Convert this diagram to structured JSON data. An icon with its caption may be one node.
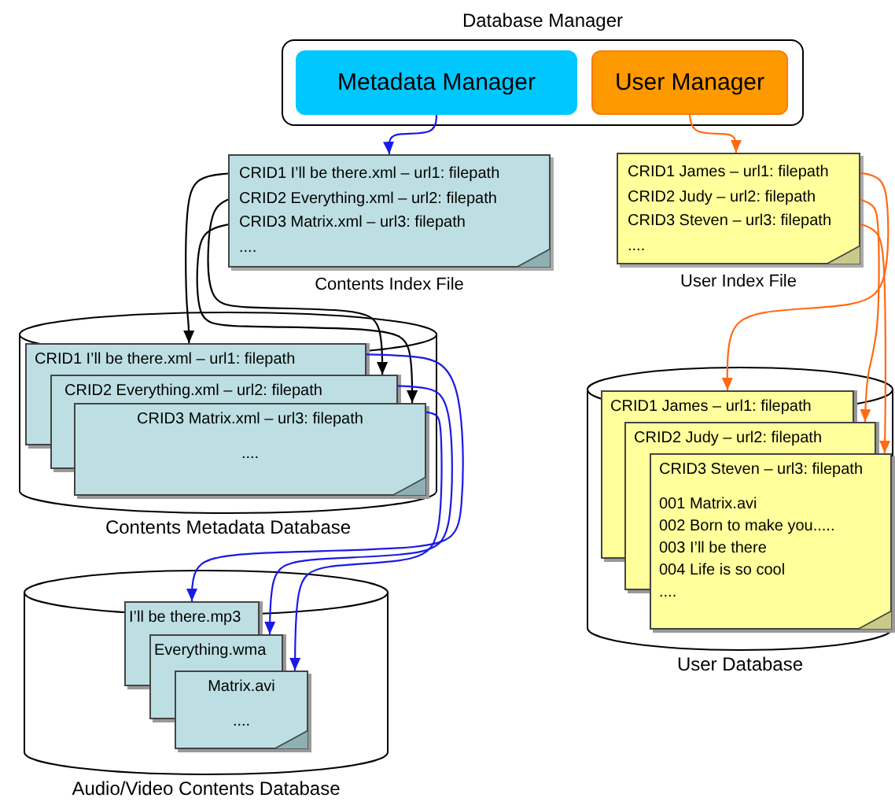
{
  "diagram": {
    "nodes": [
      {
        "text": [
          "Database Manager"
        ]
      },
      {
        "text": [
          "Metadata Manager"
        ],
        "in": 0
      },
      {
        "text": [
          "User Manager"
        ],
        "in": 0
      },
      {
        "text": [
          "CRID1 I’ll be there.xml – url1: filepath",
          "CRID2 Everything.xml – url2: filepath",
          "CRID3 Matrix.xml – url3: filepath",
          "...."
        ],
        "beside": [
          "Contents Index File"
        ]
      },
      {
        "text": [
          "CRID1 James – url1: filepath",
          "CRID2 Judy – url2: filepath",
          "CRID3 Steven – url3: filepath",
          "...."
        ],
        "beside": [
          "User Index File"
        ]
      },
      {
        "text": [
          "Contents Metadata Database"
        ]
      },
      {
        "text": [
          "CRID1 I’ll be there.xml – url1: filepath"
        ],
        "in": 5
      },
      {
        "text": [
          "CRID2 Everything.xml – url2: filepath"
        ],
        "in": 5
      },
      {
        "text": [
          "CRID3 Matrix.xml – url3: filepath",
          "...."
        ],
        "in": 5
      },
      {
        "text": [
          "Audio/Video Contents Database"
        ]
      },
      {
        "text": [
          "I’ll be there.mp3"
        ],
        "in": 9
      },
      {
        "text": [
          "Everything.wma"
        ],
        "in": 9
      },
      {
        "text": [
          "Matrix.avi",
          "...."
        ],
        "in": 9
      },
      {
        "text": [
          "User Database"
        ]
      },
      {
        "text": [
          "CRID1 James – url1: filepath"
        ],
        "in": 13
      },
      {
        "text": [
          "CRID2 Judy – url2: filepath"
        ],
        "in": 13
      },
      {
        "text": [
          "CRID3 Steven – url3: filepath",
          "001 Matrix.avi",
          "002 Born to make you.....",
          "003 I’ll be there",
          "004 Life is so cool",
          "...."
        ],
        "in": 13
      }
    ],
    "edges": [
      {
        "from": 1,
        "to": 3,
        "arrow": "to",
        "color": "#1a1ae6"
      },
      {
        "from": 2,
        "to": 4,
        "arrow": "to",
        "color": "#ff6a13"
      },
      {
        "from": 3,
        "to": 6,
        "arrow": "to",
        "color": "#000000"
      },
      {
        "from": 3,
        "to": 7,
        "arrow": "to",
        "color": "#000000"
      },
      {
        "from": 3,
        "to": 8,
        "arrow": "to",
        "color": "#000000"
      },
      {
        "from": 6,
        "to": 10,
        "arrow": "to",
        "color": "#1a1ae6"
      },
      {
        "from": 7,
        "to": 11,
        "arrow": "to",
        "color": "#1a1ae6"
      },
      {
        "from": 8,
        "to": 12,
        "arrow": "to",
        "color": "#1a1ae6"
      },
      {
        "from": 4,
        "to": 14,
        "arrow": "to",
        "color": "#ff6a13"
      },
      {
        "from": 4,
        "to": 15,
        "arrow": "to",
        "color": "#ff6a13"
      },
      {
        "from": 4,
        "to": 16,
        "arrow": "to",
        "color": "#ff6a13"
      }
    ]
  }
}
